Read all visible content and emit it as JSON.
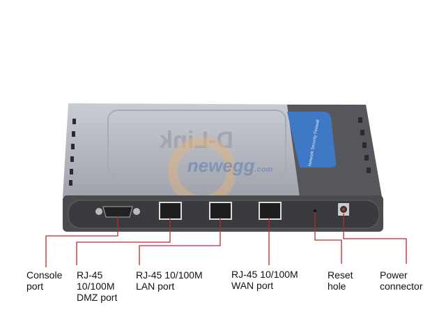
{
  "device": {
    "brand_logo": "D-Link",
    "panel_text": "Network Security Firewall",
    "watermark": "newegg.com"
  },
  "colors": {
    "callout_line": "#c0272d",
    "top_case": "#b4b8c0",
    "dark_case": "#4a4b4f",
    "blue_panel": "#3f78c4"
  },
  "callouts": [
    {
      "id": "console",
      "label": "Console\nport"
    },
    {
      "id": "dmz",
      "label": "RJ-45\n10/100M\nDMZ port"
    },
    {
      "id": "lan",
      "label": "RJ-45 10/100M\nLAN port"
    },
    {
      "id": "wan",
      "label": "RJ-45 10/100M\nWAN port"
    },
    {
      "id": "reset",
      "label": "Reset\nhole"
    },
    {
      "id": "power",
      "label": "Power\nconnector"
    }
  ]
}
